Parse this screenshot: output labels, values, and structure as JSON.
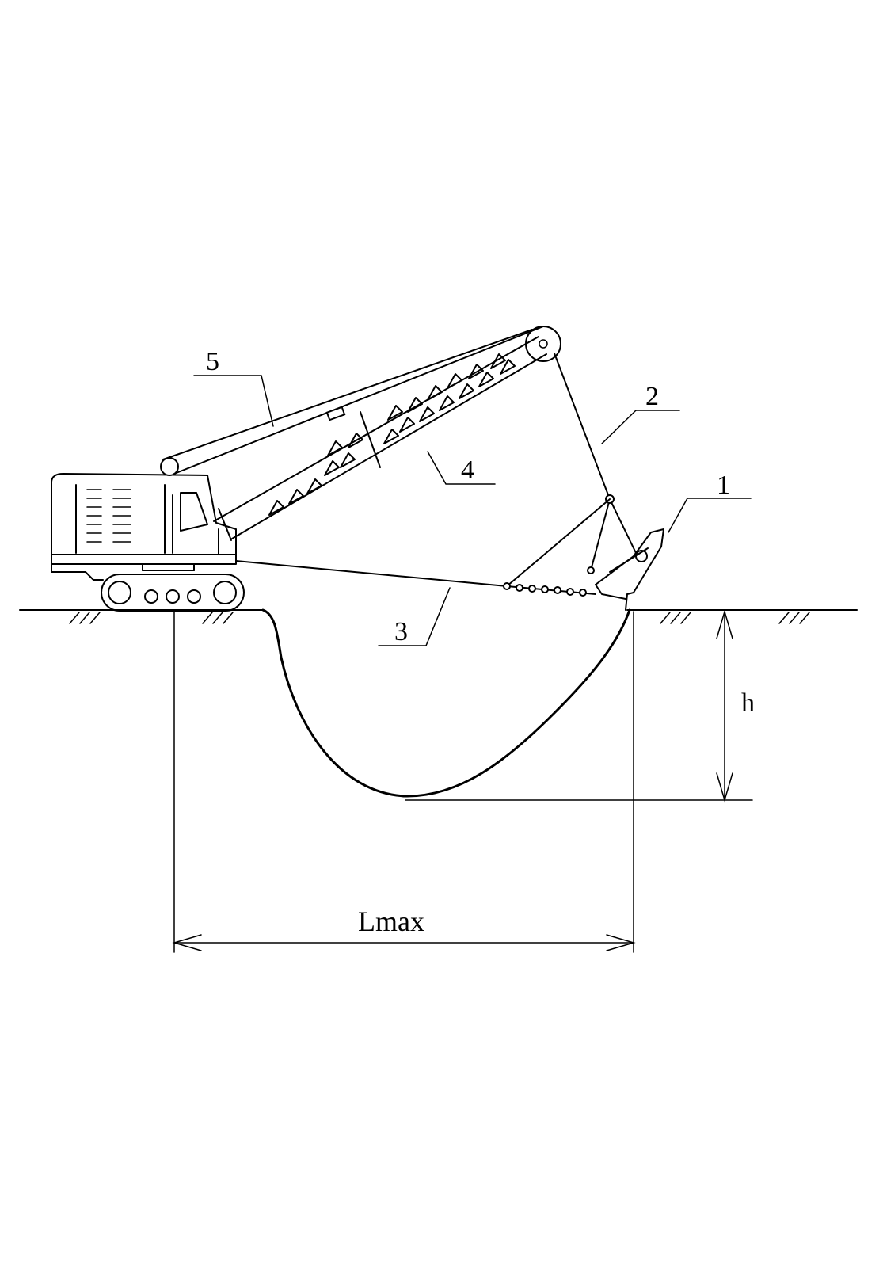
{
  "labels": {
    "bucket": "1",
    "hoist_rope": "2",
    "drag_rope": "3",
    "boom": "4",
    "boom_hoist_rope": "5"
  },
  "dimensions": {
    "depth": "h",
    "reach": "Lmax"
  },
  "colors": {
    "line": "#000000",
    "background": "#ffffff"
  }
}
